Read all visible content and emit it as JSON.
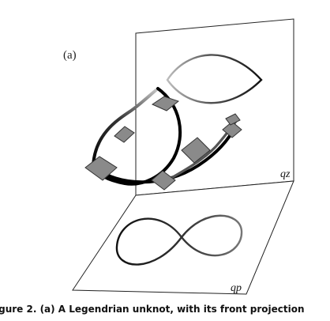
{
  "figure": {
    "panel_label": "(a)",
    "plane_labels": {
      "front": "qz",
      "lagrangian": "qp"
    },
    "caption": "igure 2. (a) A Legendrian unknot, with its front projection"
  },
  "colors": {
    "line": "#111111",
    "plane_edge": "#222222",
    "contact_plane_fill": "#8a8a8a",
    "contact_plane_edge": "#333333"
  }
}
